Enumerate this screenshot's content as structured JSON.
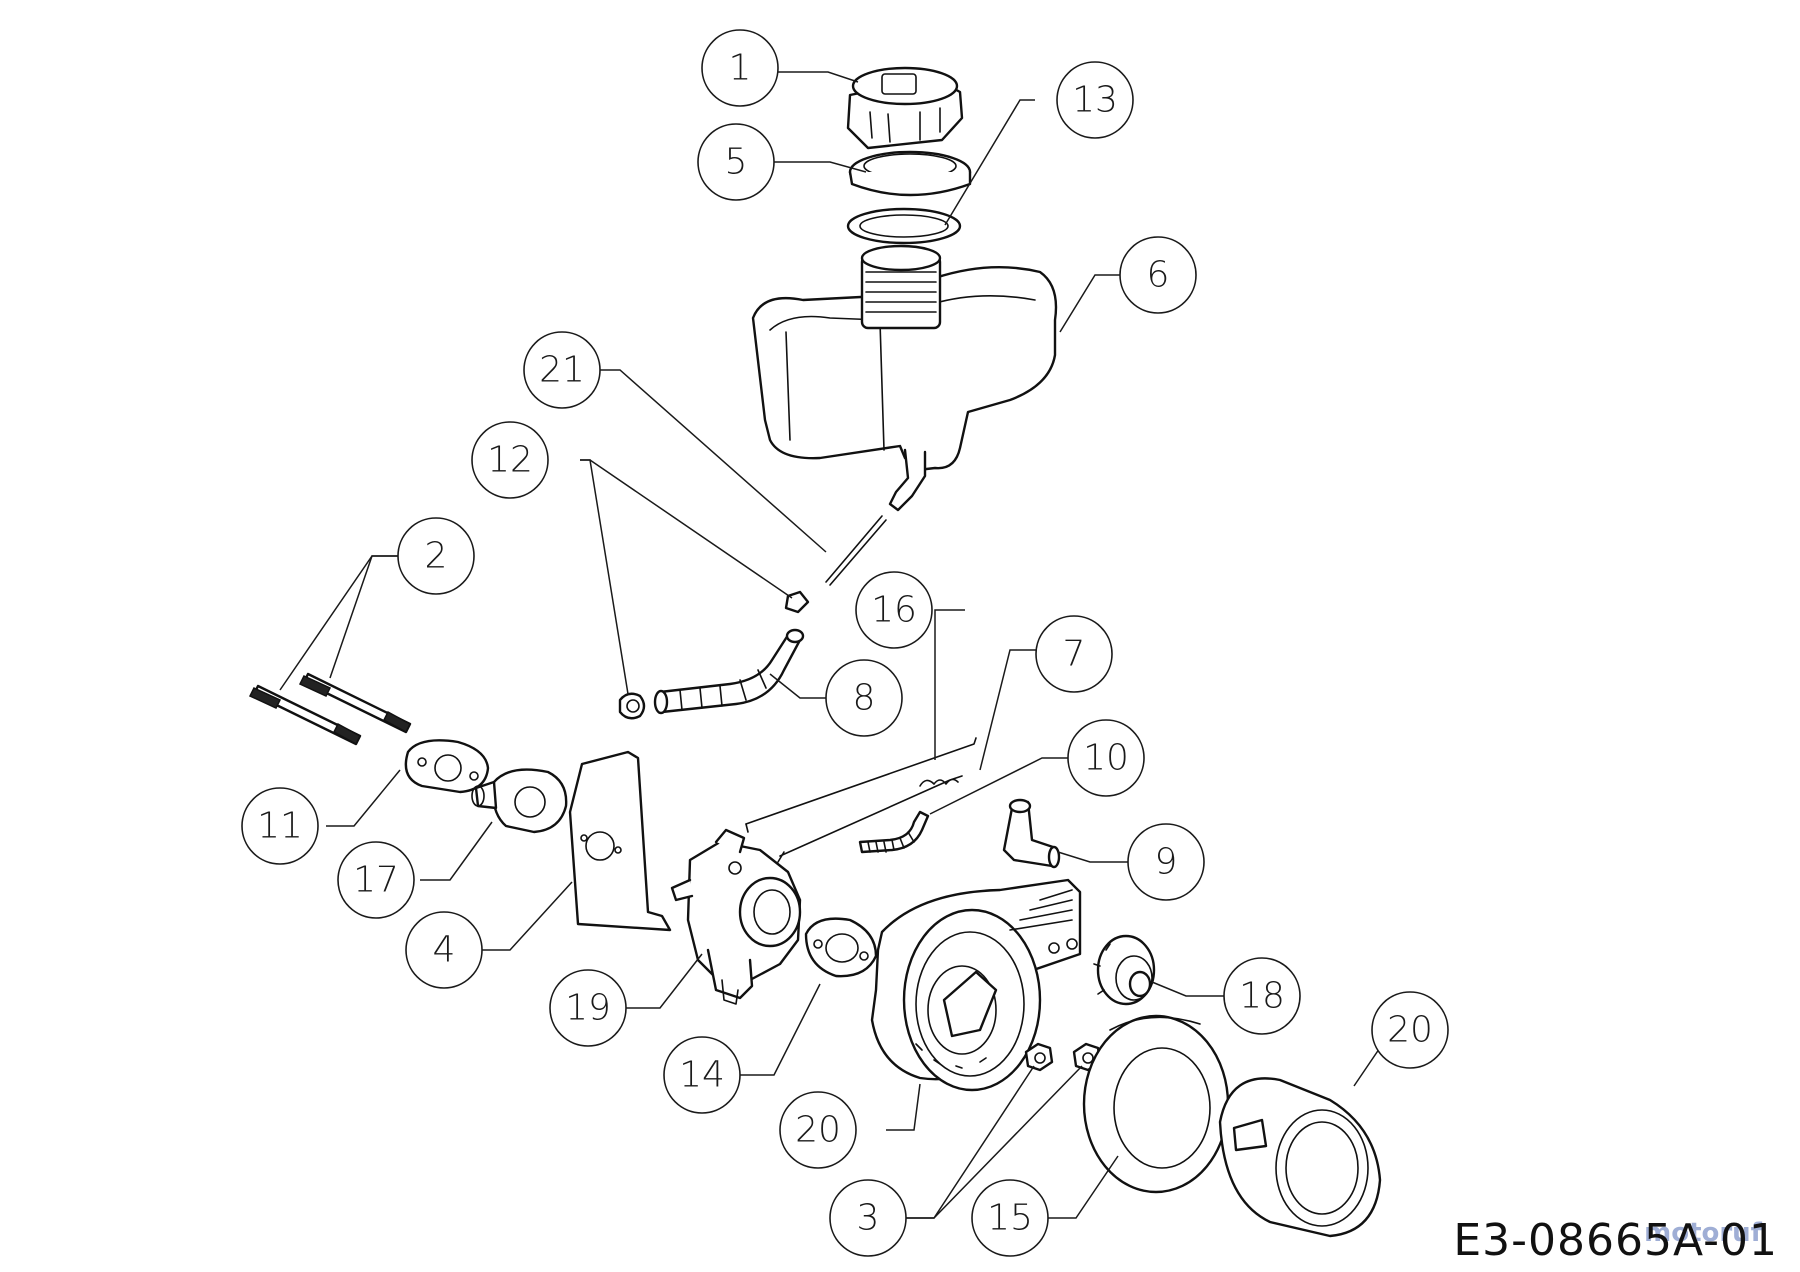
{
  "drawing": {
    "code": "E3-08665A-01",
    "watermark": "motoruf"
  },
  "callouts": {
    "c1": "1",
    "c2": "2",
    "c3": "3",
    "c4": "4",
    "c5": "5",
    "c6": "6",
    "c7": "7",
    "c8": "8",
    "c9": "9",
    "c10": "10",
    "c11": "11",
    "c12": "12",
    "c13": "13",
    "c14": "14",
    "c15": "15",
    "c16": "16",
    "c17": "17",
    "c18": "18",
    "c19": "19",
    "c20a": "20",
    "c20b": "20",
    "c21": "21"
  },
  "icons": {
    "fuel_cap": "fuel-cap-icon",
    "fuel_tank": "fuel-tank-icon",
    "carburetor": "carburetor-icon",
    "recoil_starter": "recoil-starter-icon",
    "air_filter": "air-filter-icon"
  }
}
